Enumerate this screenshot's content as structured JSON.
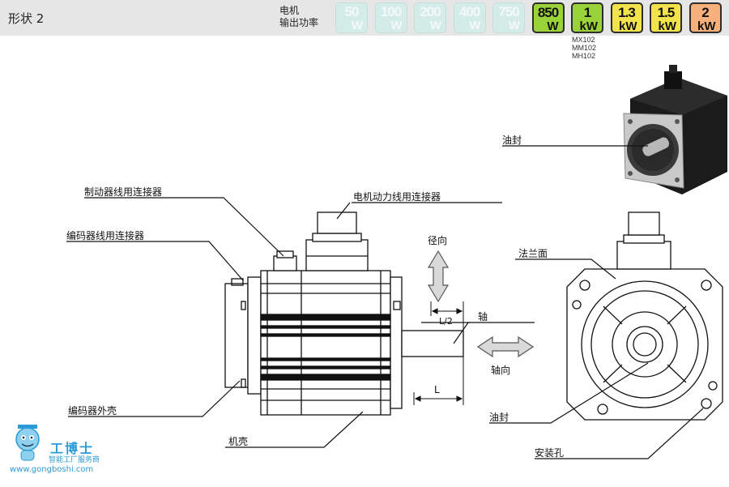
{
  "header": {
    "shape_title": "形状 2",
    "power_label_line1": "电机",
    "power_label_line2": "输出功率",
    "badges": [
      {
        "num": "50",
        "unit": "W",
        "active": false
      },
      {
        "num": "100",
        "unit": "W",
        "active": false
      },
      {
        "num": "200",
        "unit": "W",
        "active": false
      },
      {
        "num": "400",
        "unit": "W",
        "active": false
      },
      {
        "num": "750",
        "unit": "W",
        "active": false
      },
      {
        "num": "850",
        "unit": "W",
        "active": true,
        "color": "#9ad23a"
      },
      {
        "num": "1",
        "unit": "kW",
        "active": true,
        "color": "#9ad23a"
      },
      {
        "num": "1.3",
        "unit": "kW",
        "active": true,
        "color": "#f3e34a"
      },
      {
        "num": "1.5",
        "unit": "kW",
        "active": true,
        "color": "#f3e34a"
      },
      {
        "num": "2",
        "unit": "kW",
        "active": true,
        "color": "#f5b07c"
      }
    ],
    "models": [
      "MX102",
      "MM102",
      "MH102"
    ]
  },
  "labels": {
    "oil_seal_photo": "油封",
    "brake_connector": "制动器线用连接器",
    "power_connector": "电机动力线用连接器",
    "encoder_connector": "编码器线用连接器",
    "radial": "径向",
    "half_l": "L/2",
    "shaft": "轴",
    "axial": "轴向",
    "length_l": "L",
    "flange": "法兰面",
    "encoder_cover": "编码器外壳",
    "housing": "机壳",
    "oil_seal": "油封",
    "mount_hole": "安装孔"
  },
  "watermark": {
    "brand": "工博士",
    "sub": "智能工厂服务商",
    "url": "www.gongboshi.com"
  }
}
